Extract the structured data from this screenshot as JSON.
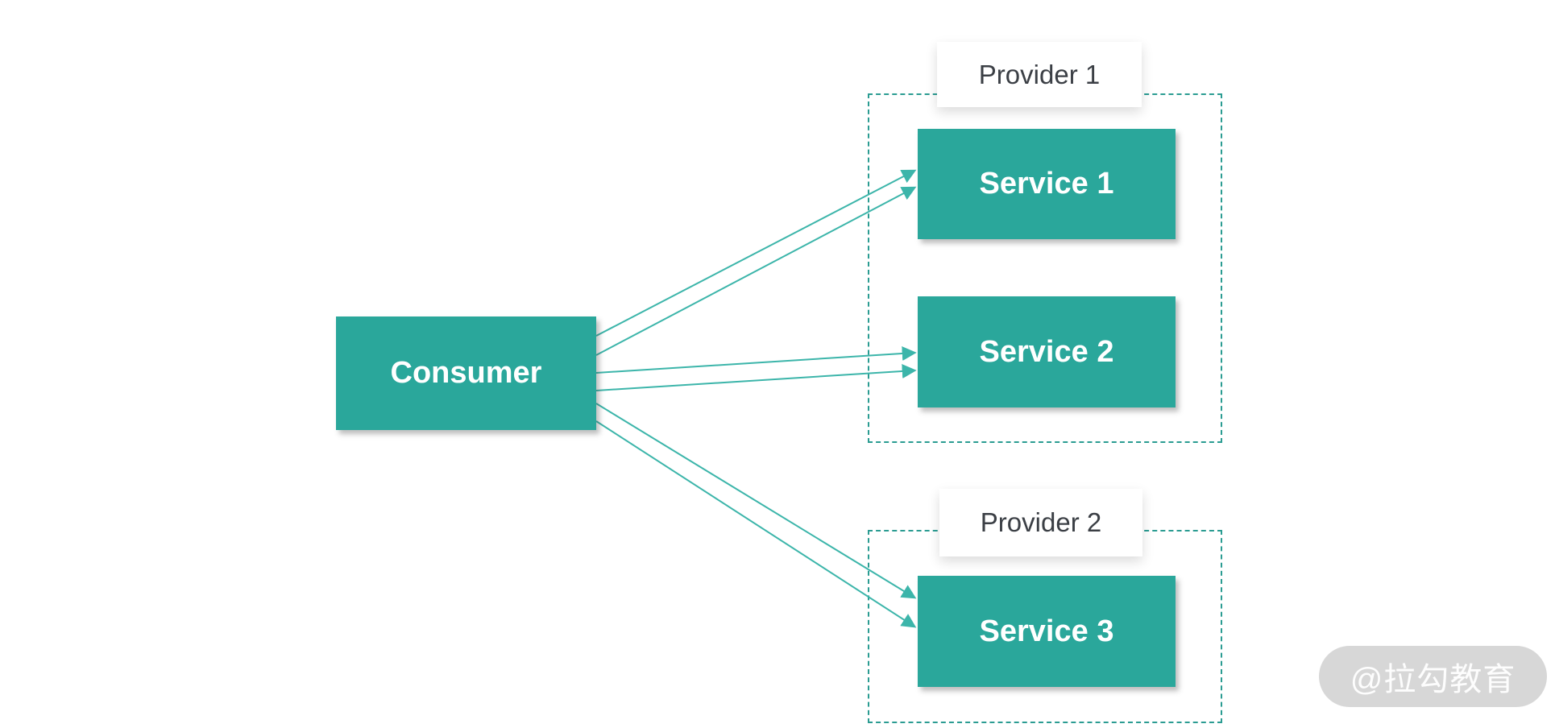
{
  "diagram": {
    "consumer": {
      "label": "Consumer"
    },
    "providers": [
      {
        "label": "Provider 1",
        "services": [
          {
            "label": "Service 1"
          },
          {
            "label": "Service 2"
          }
        ]
      },
      {
        "label": "Provider 2",
        "services": [
          {
            "label": "Service 3"
          }
        ]
      }
    ],
    "connections": [
      {
        "from": "Consumer",
        "to": "Service 1",
        "lines": 2
      },
      {
        "from": "Consumer",
        "to": "Service 2",
        "lines": 2
      },
      {
        "from": "Consumer",
        "to": "Service 3",
        "lines": 2
      }
    ],
    "colors": {
      "node_fill": "#2aa79b",
      "arrow": "#3cb5aa",
      "dashed_border": "#2b9c92",
      "provider_label_text": "#3b3f45",
      "node_text": "#ffffff"
    }
  },
  "watermark": {
    "text": "@拉勾教育"
  }
}
